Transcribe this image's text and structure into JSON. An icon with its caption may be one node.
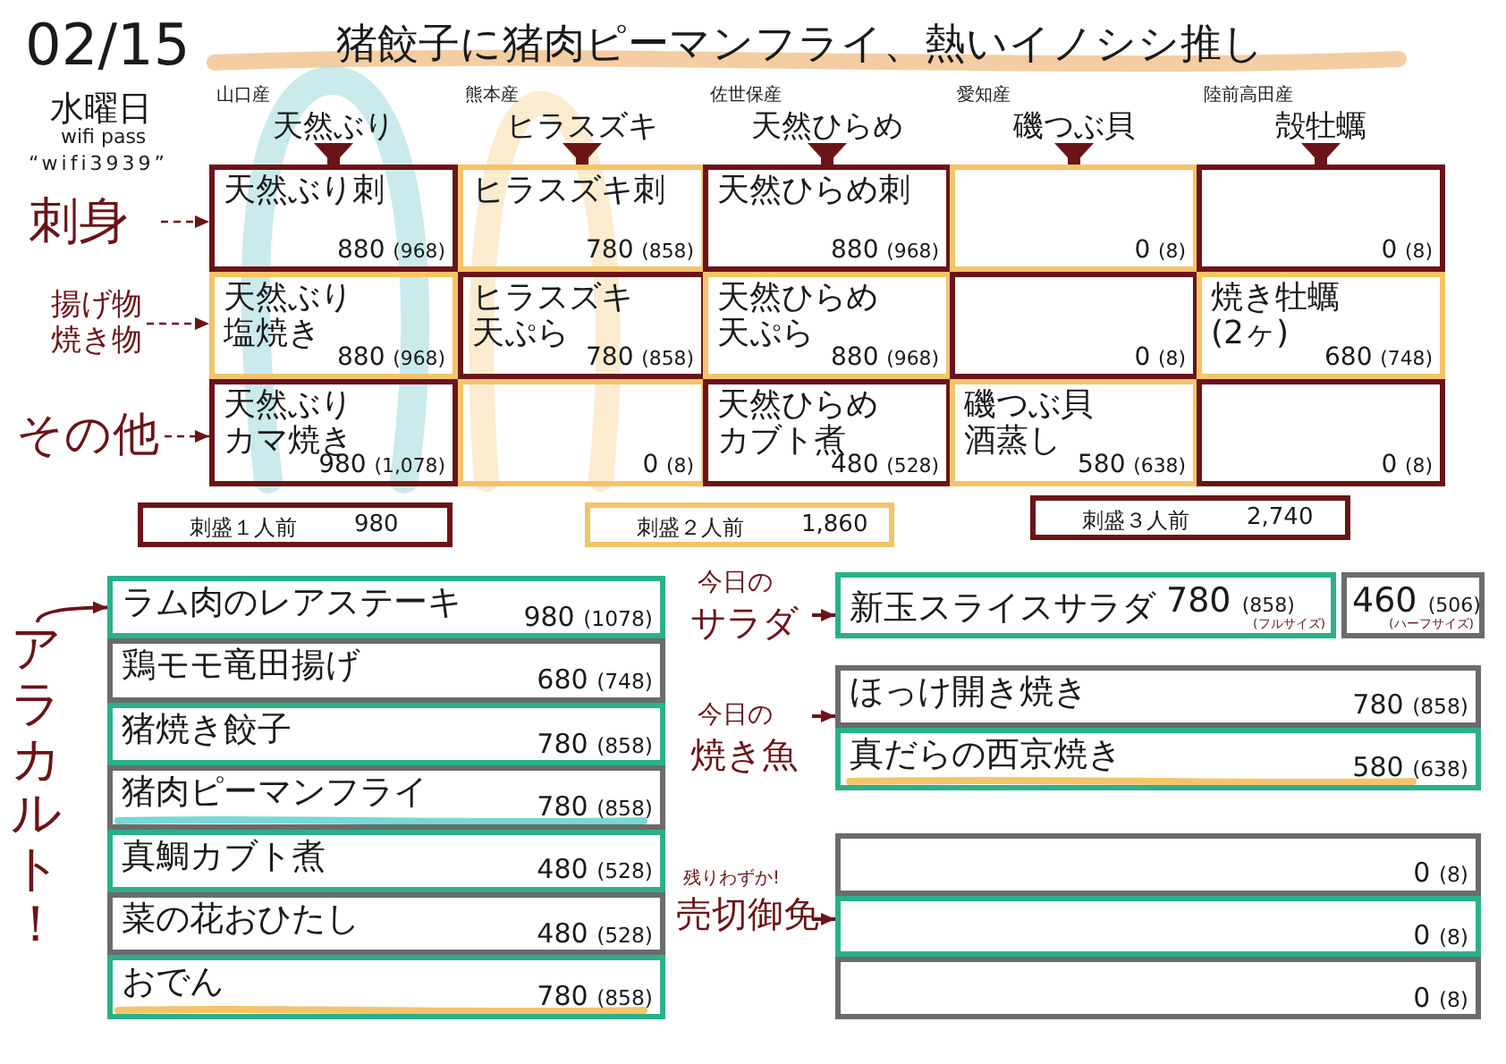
{
  "diagram": {
    "title": "猪餃子に猪肉ピーマンフライ、熱いイノシシ推し",
    "nodes": [
      {
        "text": [
          "山口産",
          "天然ぶり"
        ]
      },
      {
        "text": [
          "熊本産",
          "ヒラスズキ"
        ]
      },
      {
        "text": [
          "佐世保産",
          "天然ひらめ"
        ]
      },
      {
        "text": [
          "愛知産",
          "磯つぶ貝"
        ]
      },
      {
        "text": [
          "陸前高田産",
          "殻牡蠣"
        ]
      },
      {
        "text": [
          "刺身"
        ]
      },
      {
        "text": [
          "天然ぶり刺",
          "880",
          "(968)"
        ]
      },
      {
        "text": [
          "ヒラスズキ刺",
          "780",
          "(858)"
        ]
      },
      {
        "text": [
          "天然ひらめ刺",
          "880",
          "(968)"
        ]
      },
      {
        "text": [
          "0",
          "(8)"
        ]
      },
      {
        "text": [
          "0",
          "(8)"
        ]
      },
      {
        "text": [
          "揚げ物焼き物"
        ]
      },
      {
        "text": [
          "天然ぶり塩焼き",
          "880",
          "(968)"
        ]
      },
      {
        "text": [
          "ヒラスズキ天ぷら",
          "780",
          "(858)"
        ]
      },
      {
        "text": [
          "天然ひらめ天ぷら",
          "880",
          "(968)"
        ]
      },
      {
        "text": [
          "0",
          "(8)"
        ]
      },
      {
        "text": [
          "焼き牡蠣(2ヶ)",
          "680",
          "(748)"
        ]
      },
      {
        "text": [
          "その他"
        ]
      },
      {
        "text": [
          "天然ぶりカマ焼き",
          "980",
          "(1,078)"
        ]
      },
      {
        "text": [
          "0",
          "(8)"
        ]
      },
      {
        "text": [
          "天然ひらめカブト煮",
          "480",
          "(528)"
        ]
      },
      {
        "text": [
          "磯つぶ貝酒蒸し",
          "580",
          "(638)"
        ]
      },
      {
        "text": [
          "0",
          "(8)"
        ]
      },
      {
        "text": [
          "刺盛１人前",
          "980"
        ]
      },
      {
        "text": [
          "刺盛２人前",
          "1,860"
        ]
      },
      {
        "text": [
          "刺盛３人前",
          "2,740"
        ]
      },
      {
        "text": [
          "アラカルト！"
        ]
      },
      {
        "text": [
          "ラム肉のレアステーキ",
          "980",
          "(1078)"
        ]
      },
      {
        "text": [
          "鶏モモ竜田揚げ",
          "680",
          "(748)"
        ]
      },
      {
        "text": [
          "猪焼き餃子",
          "780",
          "(858)"
        ]
      },
      {
        "text": [
          "猪肉ピーマンフライ",
          "780",
          "(858)"
        ]
      },
      {
        "text": [
          "真鯛カブト煮",
          "480",
          "(528)"
        ]
      },
      {
        "text": [
          "菜の花おひたし",
          "480",
          "(528)"
        ]
      },
      {
        "text": [
          "おでん",
          "780",
          "(858)"
        ]
      },
      {
        "text": [
          "今日の",
          "サラダ"
        ]
      },
      {
        "text": [
          "新玉スライスサラダ",
          "780",
          "(858)",
          "(フルサイズ)"
        ]
      },
      {
        "text": [
          "460",
          "(506)",
          "(ハーフサイズ)"
        ]
      },
      {
        "text": [
          "今日の",
          "焼き魚"
        ]
      },
      {
        "text": [
          "ほっけ開き焼き",
          "780",
          "(858)"
        ]
      },
      {
        "text": [
          "真だらの西京焼き",
          "580",
          "(638)"
        ]
      },
      {
        "text": [
          "残りわずか!",
          "売切御免"
        ]
      },
      {
        "text": [
          "0",
          "(8)"
        ]
      },
      {
        "text": [
          "0",
          "(8)"
        ]
      },
      {
        "text": [
          "0",
          "(8)"
        ]
      }
    ],
    "edges": [
      {
        "from": 0,
        "to": 6,
        "arrow": "to",
        "style": "thick"
      },
      {
        "from": 1,
        "to": 7,
        "arrow": "to",
        "style": "thick"
      },
      {
        "from": 2,
        "to": 8,
        "arrow": "to",
        "style": "thick"
      },
      {
        "from": 3,
        "to": 9,
        "arrow": "to",
        "style": "thick"
      },
      {
        "from": 4,
        "to": 10,
        "arrow": "to",
        "style": "thick"
      },
      {
        "from": 5,
        "to": 6,
        "arrow": "to",
        "style": "dashed"
      },
      {
        "from": 11,
        "to": 12,
        "arrow": "to",
        "style": "dashed"
      },
      {
        "from": 17,
        "to": 18,
        "arrow": "to",
        "style": "dashed"
      },
      {
        "from": 26,
        "to": 27,
        "arrow": "to"
      },
      {
        "from": 34,
        "to": 35,
        "arrow": "to"
      },
      {
        "from": 37,
        "to": 38,
        "arrow": "to"
      },
      {
        "from": 40,
        "to": 42,
        "arrow": "to"
      }
    ],
    "labels": [
      "02/15",
      "水曜日",
      "wifi pass",
      "“wifi3939”"
    ]
  }
}
